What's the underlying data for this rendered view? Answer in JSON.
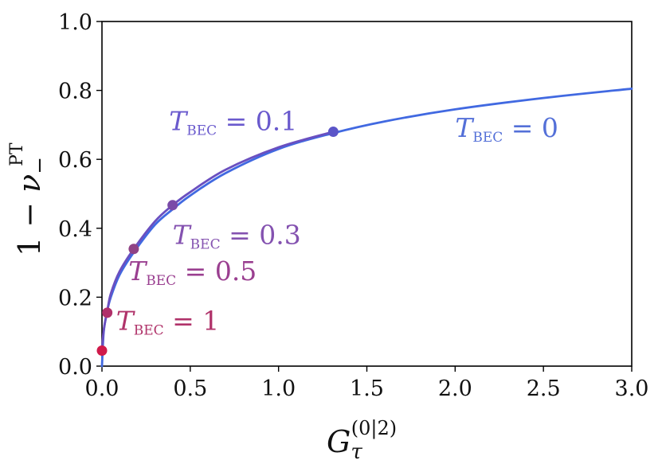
{
  "chart_data": {
    "type": "line",
    "xlabel": {
      "base": "G",
      "sub": "τ",
      "sup": "(0|2)"
    },
    "ylabel": {
      "prefix": "1 − ",
      "base": "ν",
      "sub": "−",
      "sup": "PT"
    },
    "xlim": [
      0.0,
      3.0
    ],
    "ylim": [
      0.0,
      1.0
    ],
    "x_ticks": [
      "0.0",
      "0.5",
      "1.0",
      "1.5",
      "2.0",
      "2.5",
      "3.0"
    ],
    "y_ticks": [
      "0.0",
      "0.2",
      "0.4",
      "0.6",
      "0.8",
      "1.0"
    ],
    "grid": false,
    "legend": "none",
    "series": [
      {
        "color": "#4169E1",
        "x": [
          0.0,
          0.01,
          0.03,
          0.05,
          0.1,
          0.18,
          0.3,
          0.4,
          0.5,
          0.7,
          1.0,
          1.3,
          1.6,
          2.0,
          2.5,
          3.0
        ],
        "y": [
          0.0,
          0.1,
          0.16,
          0.2,
          0.265,
          0.33,
          0.41,
          0.455,
          0.495,
          0.56,
          0.63,
          0.675,
          0.71,
          0.745,
          0.778,
          0.805
        ]
      },
      {
        "color": "#6A4FC0",
        "x": [
          0.0,
          0.01,
          0.03,
          0.05,
          0.1,
          0.18,
          0.3,
          0.4,
          0.5,
          0.7,
          1.0,
          1.31
        ],
        "y": [
          0.045,
          0.105,
          0.16,
          0.21,
          0.275,
          0.34,
          0.42,
          0.467,
          0.505,
          0.57,
          0.635,
          0.68
        ]
      }
    ],
    "points": [
      {
        "x": 0.0,
        "y": 0.045,
        "color": "#D01A4A"
      },
      {
        "x": 0.03,
        "y": 0.155,
        "color": "#B0306A"
      },
      {
        "x": 0.18,
        "y": 0.34,
        "color": "#904285"
      },
      {
        "x": 0.4,
        "y": 0.467,
        "color": "#7A4AA8"
      },
      {
        "x": 1.31,
        "y": 0.68,
        "color": "#5B55C8"
      }
    ],
    "annotations": [
      {
        "base": "T",
        "sub": "BEC",
        "rest": " = 0.1",
        "x": 0.38,
        "y": 0.685,
        "color": "#6A5ACD"
      },
      {
        "base": "T",
        "sub": "BEC",
        "rest": " = 0",
        "x": 2.0,
        "y": 0.665,
        "color": "#5470D8"
      },
      {
        "base": "T",
        "sub": "BEC",
        "rest": " = 0.3",
        "x": 0.4,
        "y": 0.355,
        "color": "#8452B0"
      },
      {
        "base": "T",
        "sub": "BEC",
        "rest": " = 0.5",
        "x": 0.15,
        "y": 0.25,
        "color": "#9A3F90"
      },
      {
        "base": "T",
        "sub": "BEC",
        "rest": " = 1",
        "x": 0.08,
        "y": 0.105,
        "color": "#B0336A"
      }
    ]
  }
}
